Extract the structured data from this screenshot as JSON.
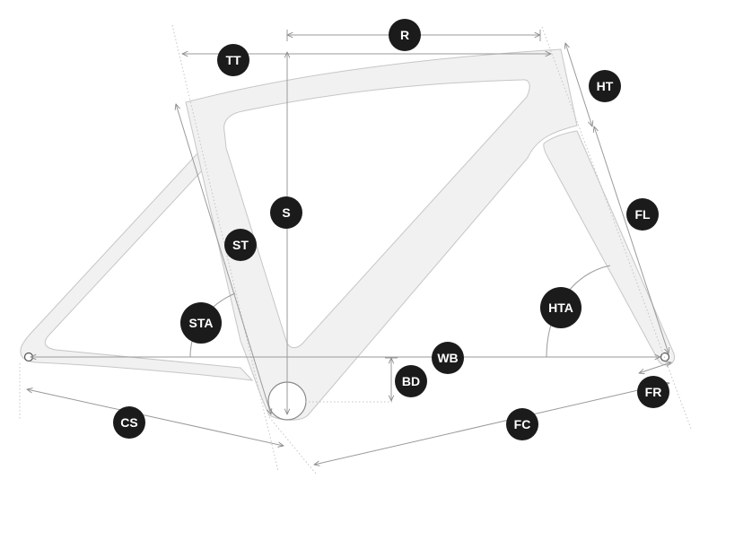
{
  "diagram": {
    "subject": "bicycle frame geometry",
    "colors": {
      "frame_fill": "#f1f1f1",
      "frame_stroke": "#c8c8c8",
      "measure_line": "#9a9a9a",
      "guide_line": "#c4c4c4",
      "badge": "#1b1b1b",
      "badge_text": "#ffffff"
    },
    "labels": {
      "R": "R",
      "TT": "TT",
      "HT": "HT",
      "S": "S",
      "FL": "FL",
      "ST": "ST",
      "HTA": "HTA",
      "STA": "STA",
      "WB": "WB",
      "BD": "BD",
      "FR": "FR",
      "CS": "CS",
      "FC": "FC"
    }
  }
}
